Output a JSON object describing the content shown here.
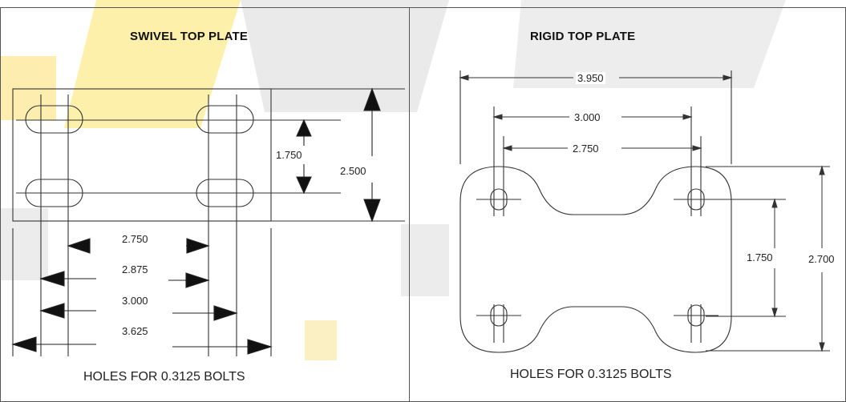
{
  "swivel": {
    "title": "SWIVEL TOP PLATE",
    "dims": {
      "hole_spacing_vertical": "1.750",
      "plate_height": "2.500",
      "d1": "2.750",
      "d2": "2.875",
      "d3": "3.000",
      "d4": "3.625"
    },
    "note": "HOLES FOR 0.3125 BOLTS"
  },
  "rigid": {
    "title": "RIGID TOP PLATE",
    "dims": {
      "overall_width": "3.950",
      "outer_spacing": "3.000",
      "inner_spacing": "2.750",
      "hole_spacing_vertical": "1.750",
      "plate_height": "2.700"
    },
    "note": "HOLES FOR 0.3125 BOLTS"
  },
  "colors": {
    "line": "#333333",
    "watermark_gray": "#d6d6d6",
    "watermark_yellow": "#f9e67a",
    "border": "#555555"
  }
}
